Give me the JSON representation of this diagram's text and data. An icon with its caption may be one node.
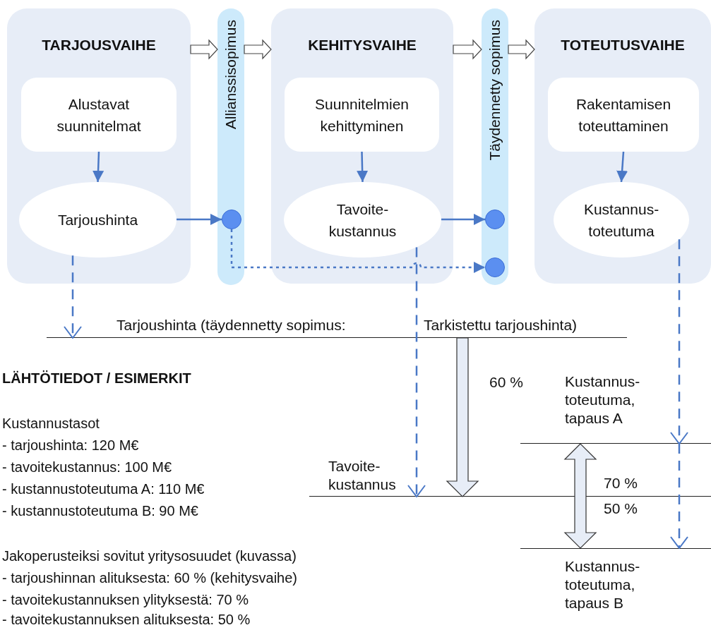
{
  "diagram": {
    "nodes": [
      {
        "text": [
          "TARJOUSVAIHE"
        ]
      },
      {
        "text": [
          "Alustavat suunnitelmat"
        ],
        "in": 0
      },
      {
        "text": [
          "Tarjoushinta"
        ],
        "in": 0
      },
      {
        "text": [
          "Allianssisopimus"
        ]
      },
      {
        "text": [],
        "shape": "circle",
        "in": 3
      },
      {
        "text": [
          "KEHITYSVAIHE"
        ]
      },
      {
        "text": [
          "Suunnitelmien kehittyminen"
        ],
        "in": 5
      },
      {
        "text": [
          "Tavoite- kustannus"
        ],
        "in": 5
      },
      {
        "text": [
          "Täydennetty sopimus"
        ]
      },
      {
        "text": [],
        "shape": "circle",
        "in": 8
      },
      {
        "text": [],
        "shape": "circle",
        "in": 8
      },
      {
        "text": [
          "TOTEUTUSVAIHE"
        ]
      },
      {
        "text": [
          "Rakentamisen toteuttaminen"
        ],
        "in": 11
      },
      {
        "text": [
          "Kustannus- toteutuma"
        ],
        "in": 11
      },
      {
        "text": [
          "Tarjoushinta (täydennetty sopimus:"
        ]
      },
      {
        "text": [
          "Tarkistettu tarjoushinta)"
        ]
      },
      {
        "text": [
          "Tavoite- kustannus"
        ]
      },
      {
        "text": [
          "Kustannus- toteutuma, tapaus A"
        ]
      },
      {
        "text": [
          "Kustannus- toteutuma, tapaus B"
        ]
      }
    ],
    "edges": [
      {
        "from": 1,
        "to": 2,
        "arrow": "to"
      },
      {
        "from": 6,
        "to": 7,
        "arrow": "to"
      },
      {
        "from": 12,
        "to": 13,
        "arrow": "to"
      },
      {
        "from": 2,
        "to": 4,
        "arrow": "to"
      },
      {
        "from": 7,
        "to": 9,
        "arrow": "to"
      },
      {
        "from": 4,
        "to": 10,
        "arrow": "to",
        "style": "dashed"
      },
      {
        "from": 2,
        "to": 14,
        "arrow": "to",
        "style": "dashed"
      },
      {
        "from": 7,
        "to": 16,
        "arrow": "to",
        "style": "dashed"
      },
      {
        "from": 13,
        "to": 17,
        "arrow": "to",
        "style": "dashed"
      },
      {
        "from": 17,
        "to": 18,
        "arrow": "to",
        "style": "dashed"
      },
      {
        "from": 15,
        "to": 16,
        "arrow": "to",
        "style": "thick"
      },
      {
        "from": 17,
        "to": 18,
        "arrow": "both",
        "style": "thick"
      },
      {
        "from": 0,
        "to": 3,
        "arrow": "to",
        "style": "thick"
      },
      {
        "from": 3,
        "to": 5,
        "arrow": "to",
        "style": "thick"
      },
      {
        "from": 5,
        "to": 8,
        "arrow": "to",
        "style": "thick"
      },
      {
        "from": 8,
        "to": 11,
        "arrow": "to",
        "style": "thick"
      }
    ],
    "labels": [
      "60 %",
      "70 %",
      "50 %",
      "LÄHTÖTIEDOT / ESIMERKIT",
      "Kustannustasot",
      "- tarjoushinta: 120 M€",
      "- tavoitekustannus: 100 M€",
      "- kustannustoteutuma A: 110 M€",
      "- kustannustoteutuma B: 90 M€",
      "Jakoperusteiksi sovitut yritysosuudet (kuvassa)",
      "- tarjoushinnan alituksesta: 60 % (kehitysvaihe)",
      "- tavoitekustannuksen ylityksestä: 70 %",
      "- tavoitekustannuksen alituksesta: 50 %"
    ]
  }
}
